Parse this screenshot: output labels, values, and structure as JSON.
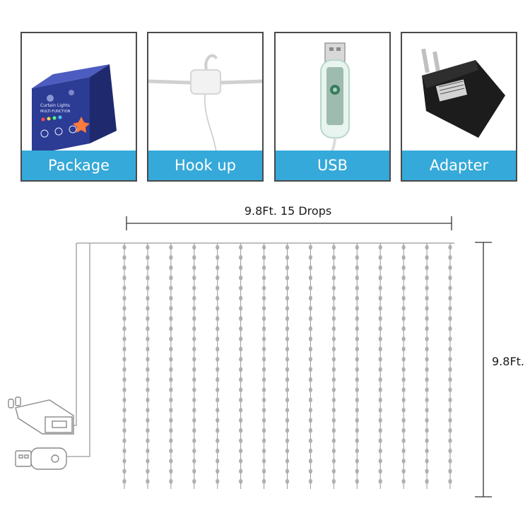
{
  "cards": [
    {
      "label": "Package"
    },
    {
      "label": "Hook up"
    },
    {
      "label": "USB"
    },
    {
      "label": "Adapter"
    }
  ],
  "package_box_text": [
    "Curtain Lights",
    "MULTI-FUNCTION"
  ],
  "dimensions": {
    "width_label": "9.8Ft. 15 Drops",
    "height_label": "9.8Ft."
  },
  "drops": 15,
  "colors": {
    "label_bg": "#35a9d9",
    "label_text": "#ffffff",
    "card_border": "#4a4a4a",
    "bead": "#b0b0b0",
    "wire": "#9a9a9a"
  }
}
